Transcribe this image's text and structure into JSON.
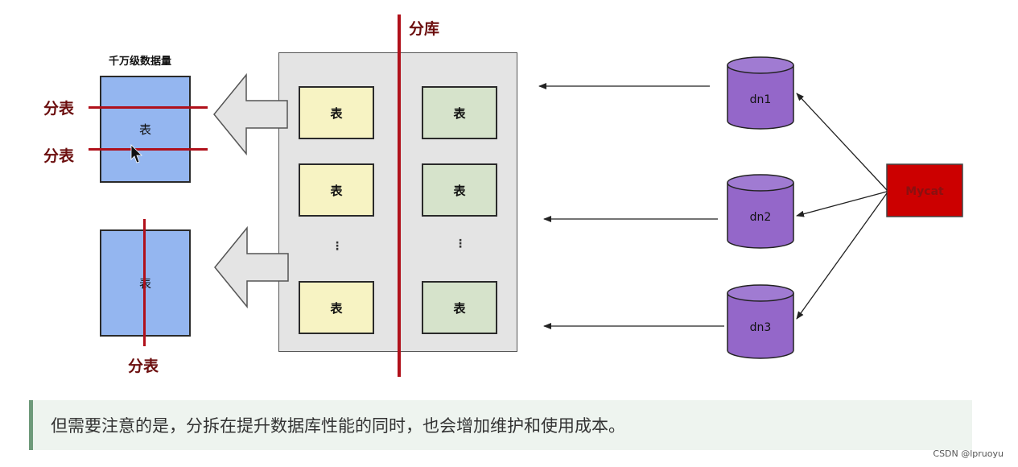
{
  "left_section": {
    "title": "千万级数据量",
    "split_label_1": "分表",
    "split_label_2": "分表",
    "split_label_bottom": "分表",
    "table_top": "表",
    "table_bottom": "表"
  },
  "center_section": {
    "split_db_label": "分库",
    "left_column": [
      "表",
      "表",
      "⋮",
      "表"
    ],
    "right_column": [
      "表",
      "表",
      "⋮",
      "表"
    ]
  },
  "databases": [
    "dn1",
    "dn2",
    "dn3"
  ],
  "source_box": {
    "label": "Mycat",
    "color": "#cc0000"
  },
  "note": {
    "text": "但需要注意的是，分拆在提升数据库性能的同时，也会增加维护和使用成本。"
  },
  "watermark": "CSDN @lpruoyu",
  "colors": {
    "split_line": "#b0101a",
    "blue_table": "#94b6f0",
    "yellow_cell": "#f7f3c3",
    "green_cell": "#d6e3cb",
    "cylinder": "#9467c9"
  }
}
